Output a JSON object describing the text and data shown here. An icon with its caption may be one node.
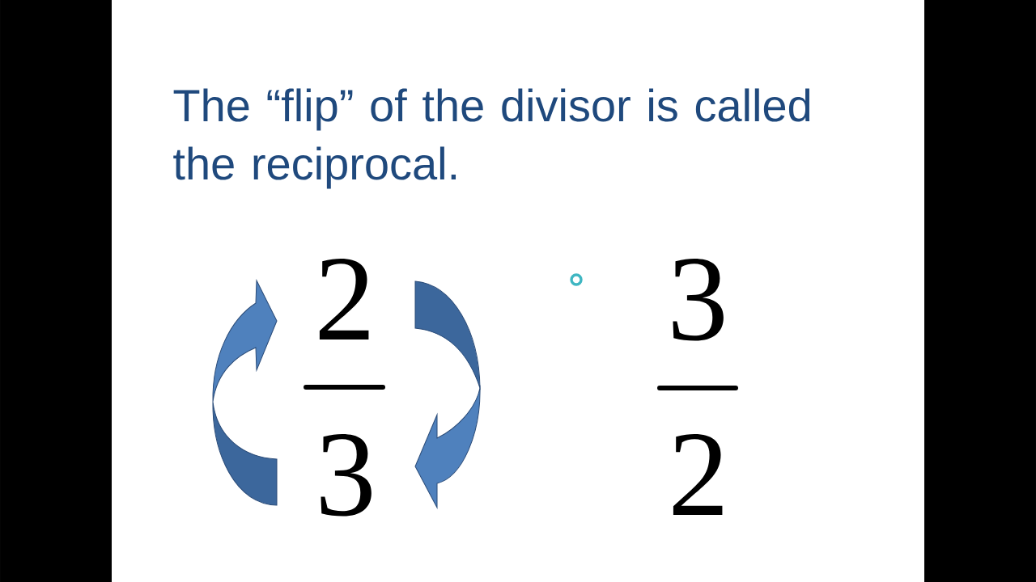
{
  "diagram": {
    "title": "The “flip” of the divisor is called the reciprocal.",
    "labels": [
      "2",
      "3",
      "3",
      "2"
    ]
  }
}
